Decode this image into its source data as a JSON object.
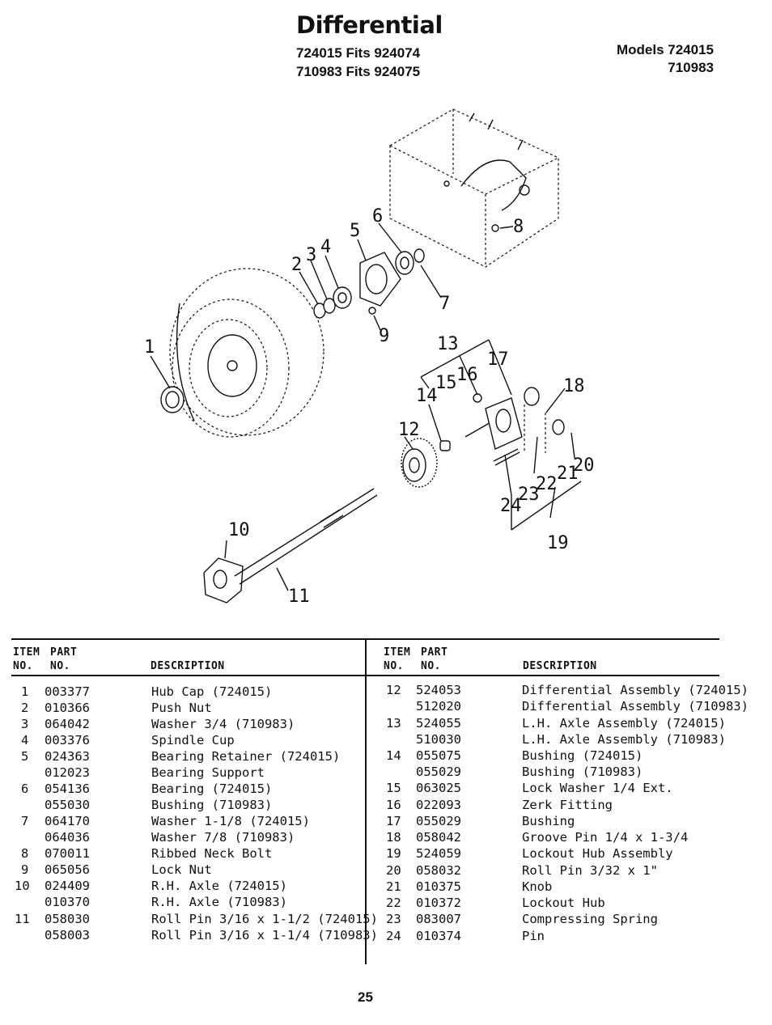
{
  "header": {
    "title": "Differential",
    "fits": [
      "724015 Fits 924074",
      "710983 Fits 924075"
    ],
    "models": [
      "Models 724015",
      "710983"
    ]
  },
  "callouts": [
    "1",
    "2",
    "3",
    "4",
    "5",
    "6",
    "7",
    "8",
    "9",
    "10",
    "11",
    "12",
    "13",
    "14",
    "15",
    "16",
    "17",
    "18",
    "19",
    "20",
    "21",
    "22",
    "23",
    "24"
  ],
  "table": {
    "headers": {
      "item_top": "ITEM",
      "item_bottom": "NO.",
      "part_top": "PART",
      "part_bottom": "NO.",
      "description": "DESCRIPTION"
    },
    "left": [
      {
        "item": "1",
        "part": "003377",
        "description": "Hub Cap (724015)"
      },
      {
        "item": "2",
        "part": "010366",
        "description": "Push Nut"
      },
      {
        "item": "3",
        "part": "064042",
        "description": "Washer 3/4 (710983)"
      },
      {
        "item": "4",
        "part": "003376",
        "description": "Spindle Cup"
      },
      {
        "item": "5",
        "part": "024363",
        "description": "Bearing Retainer (724015)"
      },
      {
        "item": "",
        "part": "012023",
        "description": "Bearing Support"
      },
      {
        "item": "6",
        "part": "054136",
        "description": "Bearing (724015)"
      },
      {
        "item": "",
        "part": "055030",
        "description": "Bushing (710983)"
      },
      {
        "item": "7",
        "part": "064170",
        "description": "Washer 1-1/8 (724015)"
      },
      {
        "item": "",
        "part": "064036",
        "description": "Washer 7/8 (710983)"
      },
      {
        "item": "8",
        "part": "070011",
        "description": "Ribbed Neck Bolt"
      },
      {
        "item": "9",
        "part": "065056",
        "description": "Lock Nut"
      },
      {
        "item": "10",
        "part": "024409",
        "description": "R.H. Axle (724015)"
      },
      {
        "item": "",
        "part": "010370",
        "description": "R.H. Axle (710983)"
      },
      {
        "item": "11",
        "part": "058030",
        "description": "Roll Pin 3/16 x 1-1/2 (724015)"
      },
      {
        "item": "",
        "part": "058003",
        "description": "Roll Pin 3/16 x 1-1/4 (710983)"
      }
    ],
    "right": [
      {
        "item": "12",
        "part": "524053",
        "description": "Differential Assembly (724015)"
      },
      {
        "item": "",
        "part": "512020",
        "description": "Differential Assembly (710983)"
      },
      {
        "item": "13",
        "part": "524055",
        "description": "L.H. Axle Assembly (724015)"
      },
      {
        "item": "",
        "part": "510030",
        "description": "L.H. Axle Assembly (710983)"
      },
      {
        "item": "14",
        "part": "055075",
        "description": "Bushing (724015)"
      },
      {
        "item": "",
        "part": "055029",
        "description": "Bushing (710983)"
      },
      {
        "item": "15",
        "part": "063025",
        "description": "Lock Washer 1/4 Ext."
      },
      {
        "item": "16",
        "part": "022093",
        "description": "Zerk Fitting"
      },
      {
        "item": "17",
        "part": "055029",
        "description": "Bushing"
      },
      {
        "item": "18",
        "part": "058042",
        "description": "Groove Pin 1/4 x 1-3/4"
      },
      {
        "item": "19",
        "part": "524059",
        "description": "Lockout Hub Assembly"
      },
      {
        "item": "20",
        "part": "058032",
        "description": "Roll Pin 3/32 x 1\""
      },
      {
        "item": "21",
        "part": "010375",
        "description": "Knob"
      },
      {
        "item": "22",
        "part": "010372",
        "description": "Lockout Hub"
      },
      {
        "item": "23",
        "part": "083007",
        "description": "Compressing Spring"
      },
      {
        "item": "24",
        "part": "010374",
        "description": "Pin"
      }
    ]
  },
  "page_number": "25"
}
